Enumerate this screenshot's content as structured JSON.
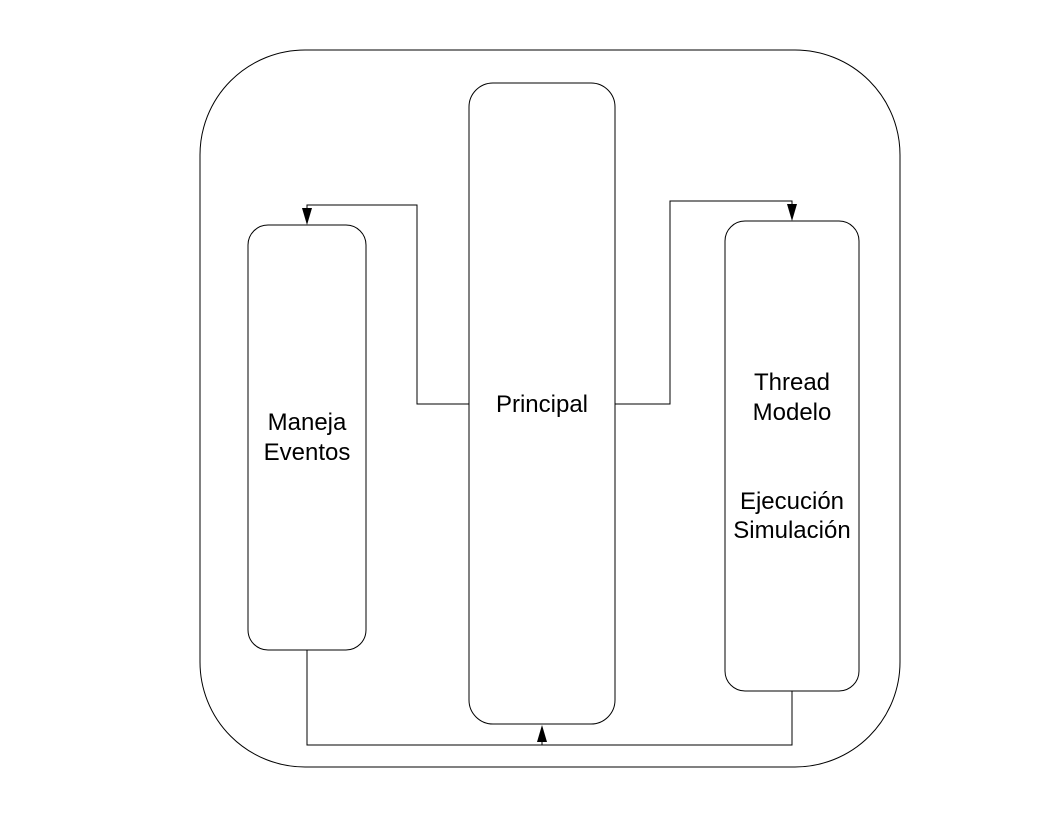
{
  "nodes": {
    "principal": {
      "label": "Principal"
    },
    "maneja_eventos": {
      "line1": "Maneja",
      "line2": "Eventos"
    },
    "thread_modelo": {
      "line1": "Thread",
      "line2": "Modelo",
      "line3": "Ejecución",
      "line4": "Simulación"
    }
  },
  "edges": [
    {
      "from": "principal",
      "to": "maneja_eventos"
    },
    {
      "from": "principal",
      "to": "thread_modelo"
    },
    {
      "from": "maneja_eventos",
      "to": "principal"
    },
    {
      "from": "thread_modelo",
      "to": "principal"
    }
  ],
  "colors": {
    "stroke": "#000000",
    "background": "#ffffff"
  }
}
